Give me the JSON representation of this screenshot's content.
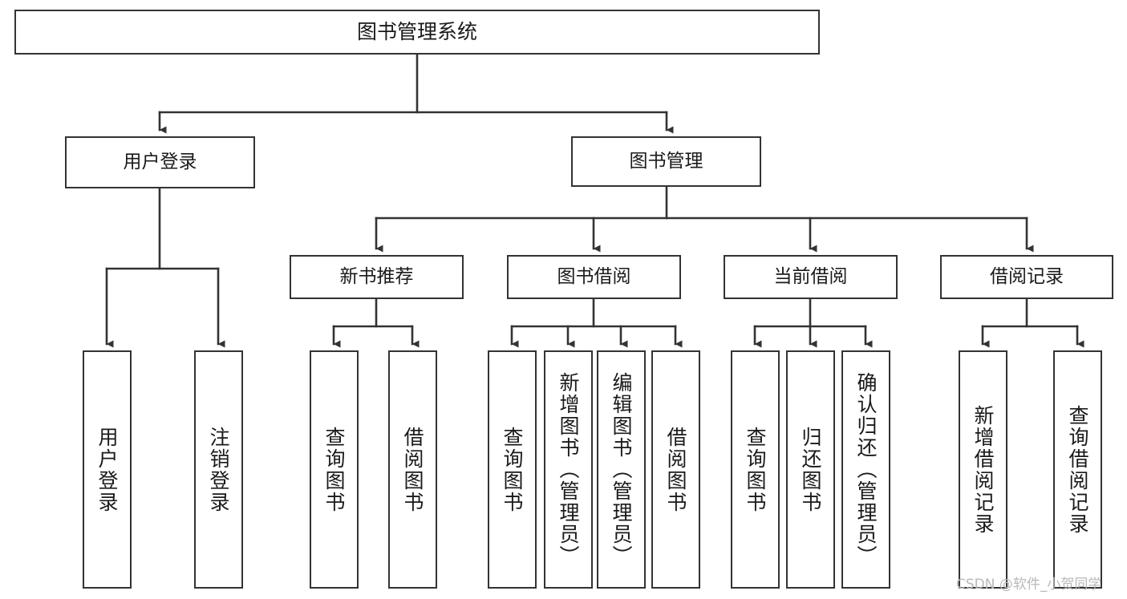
{
  "diagram": {
    "title": "图书管理系统",
    "type": "tree-hierarchy",
    "background_color": "#ffffff",
    "line_color": "#333333",
    "box_fill": "#ffffff",
    "text_color": "#1a1a1a"
  },
  "nodes": {
    "root": {
      "label": "图书管理系统",
      "level": 0
    },
    "user_login": {
      "label": "用户登录",
      "level": 1
    },
    "book_manage": {
      "label": "图书管理",
      "level": 1
    },
    "new_book_rec": {
      "label": "新书推荐",
      "level": 2
    },
    "book_borrow": {
      "label": "图书借阅",
      "level": 2
    },
    "current_borrow": {
      "label": "当前借阅",
      "level": 2
    },
    "borrow_record": {
      "label": "借阅记录",
      "level": 2
    },
    "leaf_user_login": {
      "label": "用户登录",
      "level": 3
    },
    "leaf_logout": {
      "label": "注销登录",
      "level": 3
    },
    "leaf_query_book_1": {
      "label": "查询图书",
      "level": 3
    },
    "leaf_borrow_book_1": {
      "label": "借阅图书",
      "level": 3
    },
    "leaf_query_book_2": {
      "label": "查询图书",
      "level": 3
    },
    "leaf_add_book": {
      "label": "新增图书（管理员）",
      "level": 3
    },
    "leaf_edit_book": {
      "label": "编辑图书（管理员）",
      "level": 3
    },
    "leaf_borrow_book_2": {
      "label": "借阅图书",
      "level": 3
    },
    "leaf_query_book_3": {
      "label": "查询图书",
      "level": 3
    },
    "leaf_return_book": {
      "label": "归还图书",
      "level": 3
    },
    "leaf_confirm_return": {
      "label": "确认归还（管理员）",
      "level": 3
    },
    "leaf_add_record": {
      "label": "新增借阅记录",
      "level": 3
    },
    "leaf_query_record": {
      "label": "查询借阅记录",
      "level": 3
    }
  },
  "watermark": {
    "text": "CSDN @软件_小贺同学"
  }
}
